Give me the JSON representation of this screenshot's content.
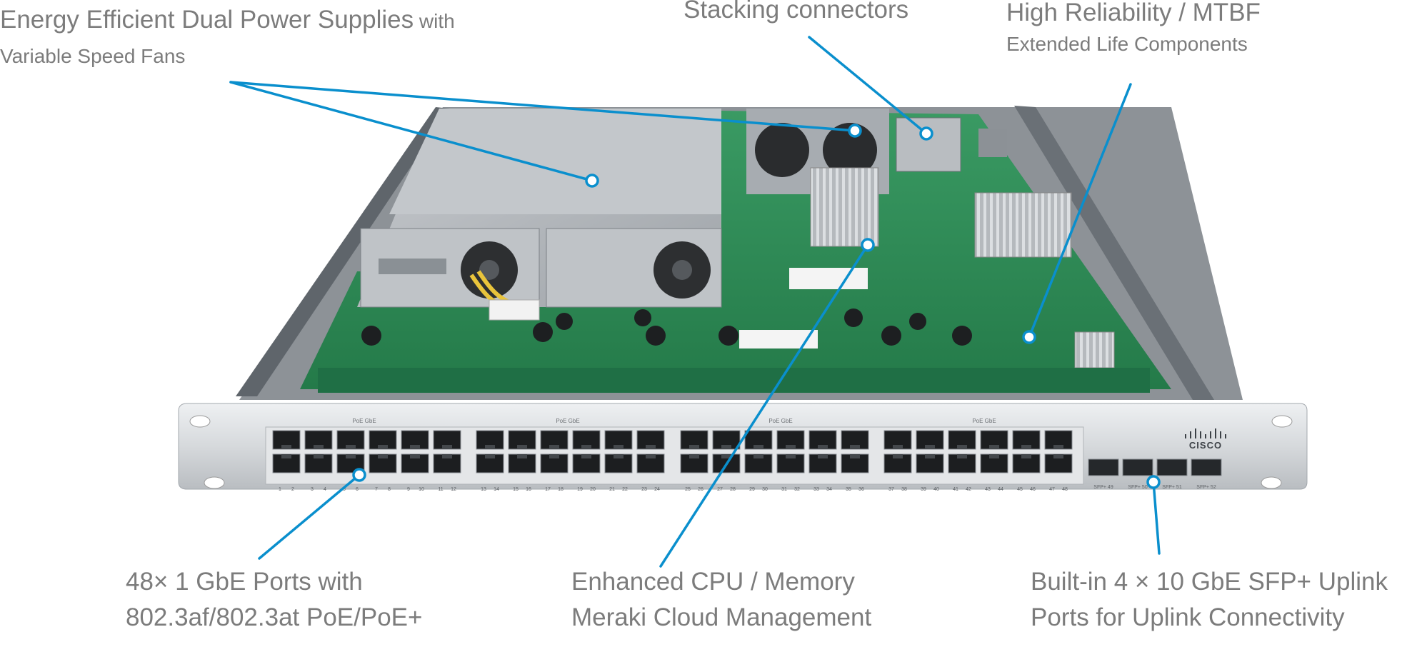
{
  "callouts": {
    "power": {
      "line1": "Energy Efficient Dual Power Supplies",
      "line1_suffix": " with",
      "line2": "Variable Speed Fans"
    },
    "stacking": {
      "line1": "Stacking connectors"
    },
    "reliability": {
      "line1": "High Reliability / MTBF",
      "line2": "Extended Life Components"
    },
    "ports": {
      "line1": "48× 1 GbE Ports with",
      "line2": "802.3af/802.3at PoE/PoE+"
    },
    "cpu": {
      "line1": "Enhanced CPU / Memory",
      "line2": "Meraki Cloud Management"
    },
    "uplink": {
      "line1": "Built-in 4 × 10 GbE SFP+  Uplink",
      "line2": "Ports for Uplink Connectivity"
    }
  },
  "device": {
    "brand": "CISCO",
    "group_labels": [
      "PoE GbE",
      "PoE GbE",
      "PoE GbE",
      "PoE GbE"
    ],
    "sfp_labels": [
      "SFP+ 49",
      "SFP+ 50",
      "SFP+ 51",
      "SFP+ 52"
    ],
    "port_numbers": [
      "1",
      "2",
      "3",
      "4",
      "5",
      "6",
      "7",
      "8",
      "9",
      "10",
      "11",
      "12",
      "13",
      "14",
      "15",
      "16",
      "17",
      "18",
      "19",
      "20",
      "21",
      "22",
      "23",
      "24",
      "25",
      "26",
      "27",
      "28",
      "29",
      "30",
      "31",
      "32",
      "33",
      "34",
      "35",
      "36",
      "37",
      "38",
      "39",
      "40",
      "41",
      "42",
      "43",
      "44",
      "45",
      "46",
      "47",
      "48"
    ]
  },
  "colors": {
    "callout": "#0a8fcd",
    "label_text": "#7c7c7c",
    "pcb": "#2f8f58",
    "chassis": "#d9dcdf"
  }
}
